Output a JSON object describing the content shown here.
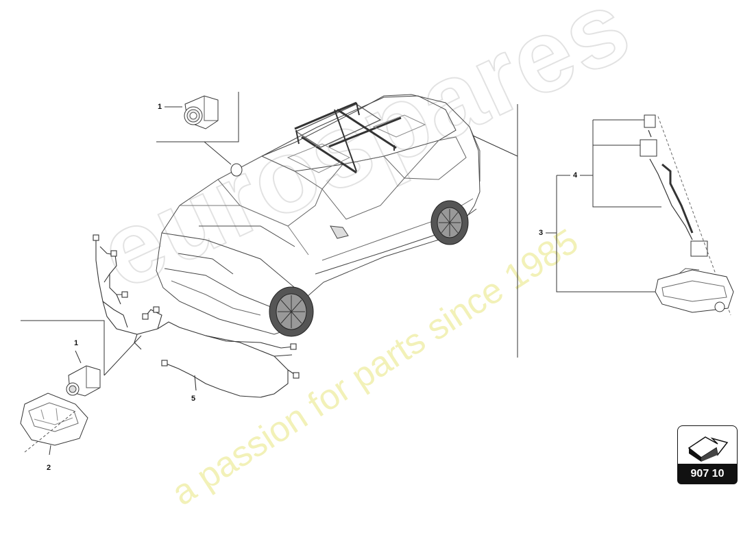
{
  "watermark": {
    "brand": "eurospares",
    "tagline": "a passion for parts since 1985"
  },
  "callouts": {
    "top_sensor": "1",
    "bottom_sensor": "1",
    "housing": "2",
    "camera_assembly": "3",
    "connector_set": "4",
    "wiring_harness": "5"
  },
  "page_badge": {
    "number": "907 10",
    "icon": "arrow-page-icon"
  },
  "colors": {
    "line": "#333333",
    "watermark_brand": "#e2e2e2",
    "watermark_tag": "#f2f1b8"
  }
}
